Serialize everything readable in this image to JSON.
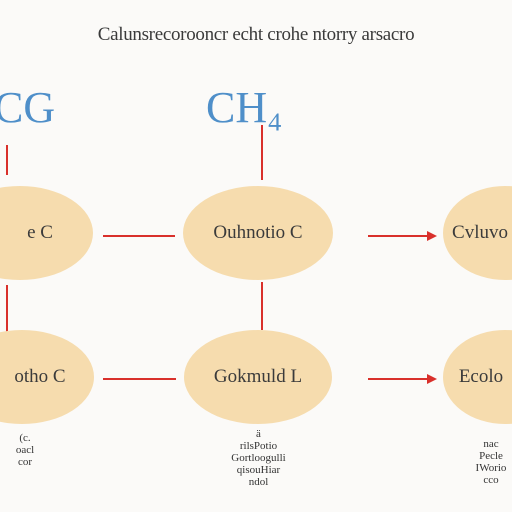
{
  "title": "Calunsrecorooncr echt crohe ntorry arsacro",
  "formulas": {
    "left": "CG",
    "mid": "CH₄"
  },
  "nodes": {
    "top_left": "e C",
    "top_mid": "Ouhnotio C",
    "top_right": "Cvluvo",
    "bot_left": "otho C",
    "bot_mid": "Gokmuld L",
    "bot_right": "Ecolo"
  },
  "notes": {
    "left": [
      "(c.",
      "oacl",
      "cor"
    ],
    "mid": [
      "ä",
      "rilsPotio",
      "Gortloogulli",
      "qisouHiar",
      "ndol"
    ],
    "right": [
      "nac",
      "Pecle",
      "IWorio",
      "cco"
    ]
  },
  "colors": {
    "node_fill": "#f6dcae",
    "arrow": "#d9302b",
    "formula": "#4f8fc9",
    "text": "#3b3b3b"
  }
}
